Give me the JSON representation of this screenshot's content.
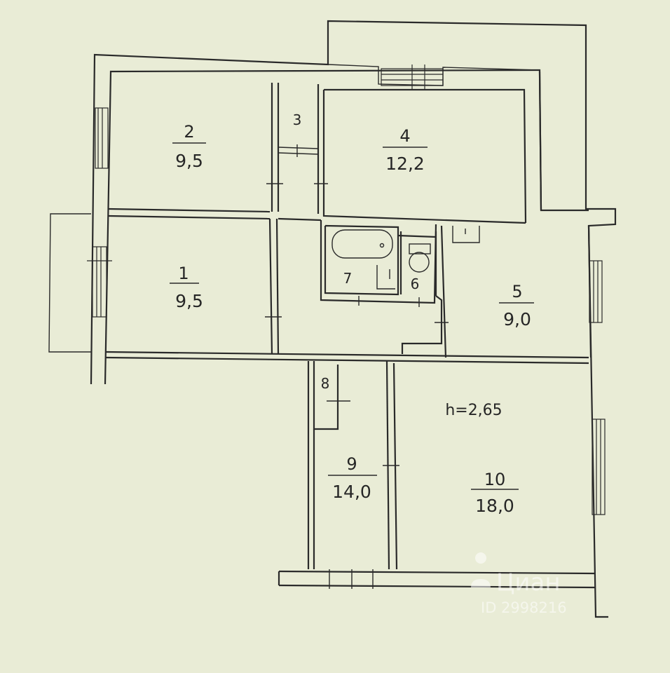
{
  "plan": {
    "ceiling_height": "h=2,65",
    "rooms": [
      {
        "number": "1",
        "area": "9,5"
      },
      {
        "number": "2",
        "area": "9,5"
      },
      {
        "number": "3",
        "area": ""
      },
      {
        "number": "4",
        "area": "12,2"
      },
      {
        "number": "5",
        "area": "9,0"
      },
      {
        "number": "6",
        "area": ""
      },
      {
        "number": "7",
        "area": ""
      },
      {
        "number": "8",
        "area": ""
      },
      {
        "number": "9",
        "area": "14,0"
      },
      {
        "number": "10",
        "area": "18,0"
      }
    ]
  },
  "watermark": {
    "brand": "Циан",
    "id_text": "ID 2998216"
  }
}
